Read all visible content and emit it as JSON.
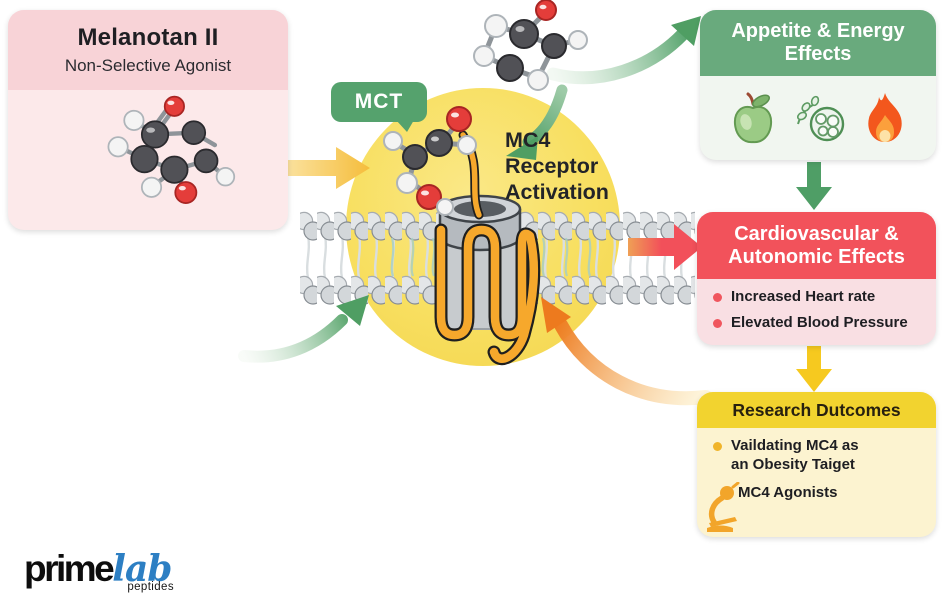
{
  "colors": {
    "green": "#5aa36e",
    "green_dark": "#4f9e63",
    "red": "#f2525b",
    "pink_header": "#f8d3d7",
    "pink_body": "#fce9ea",
    "yellow_header": "#f2d32f",
    "yellow_body": "#fcf3d0",
    "yellow_circle": "#f8de5e",
    "orange": "#ee7c1f",
    "arrow_yellow": "#f5bd3b",
    "logo_blue": "#2d7fc3"
  },
  "melanotan_card": {
    "title": "Melanotan II",
    "subtitle": "Non-Selective Agonist",
    "icon": "molecule-icon"
  },
  "mct_tag": "MCT",
  "mc4_label": "MC4\nReceptor\nActivation",
  "appetite_card": {
    "title": "Appetite & Energy\nEffects",
    "icons": [
      "apple-icon",
      "cells-icon",
      "flame-icon"
    ]
  },
  "cardio_card": {
    "title": "Cardiovascular &\nAutonomic Effects",
    "bullets": [
      "Increased Heart rate",
      "Elevated Blood Pressure"
    ]
  },
  "research_card": {
    "title": "Research Dutcomes",
    "bullet": "Vaildating MC4 as\nan Obesity Taiget",
    "item2": "MC4 Agonists",
    "icon": "microscope-icon"
  },
  "logo": {
    "prime": "prime",
    "lab": "lab",
    "tagline": "peptides"
  }
}
